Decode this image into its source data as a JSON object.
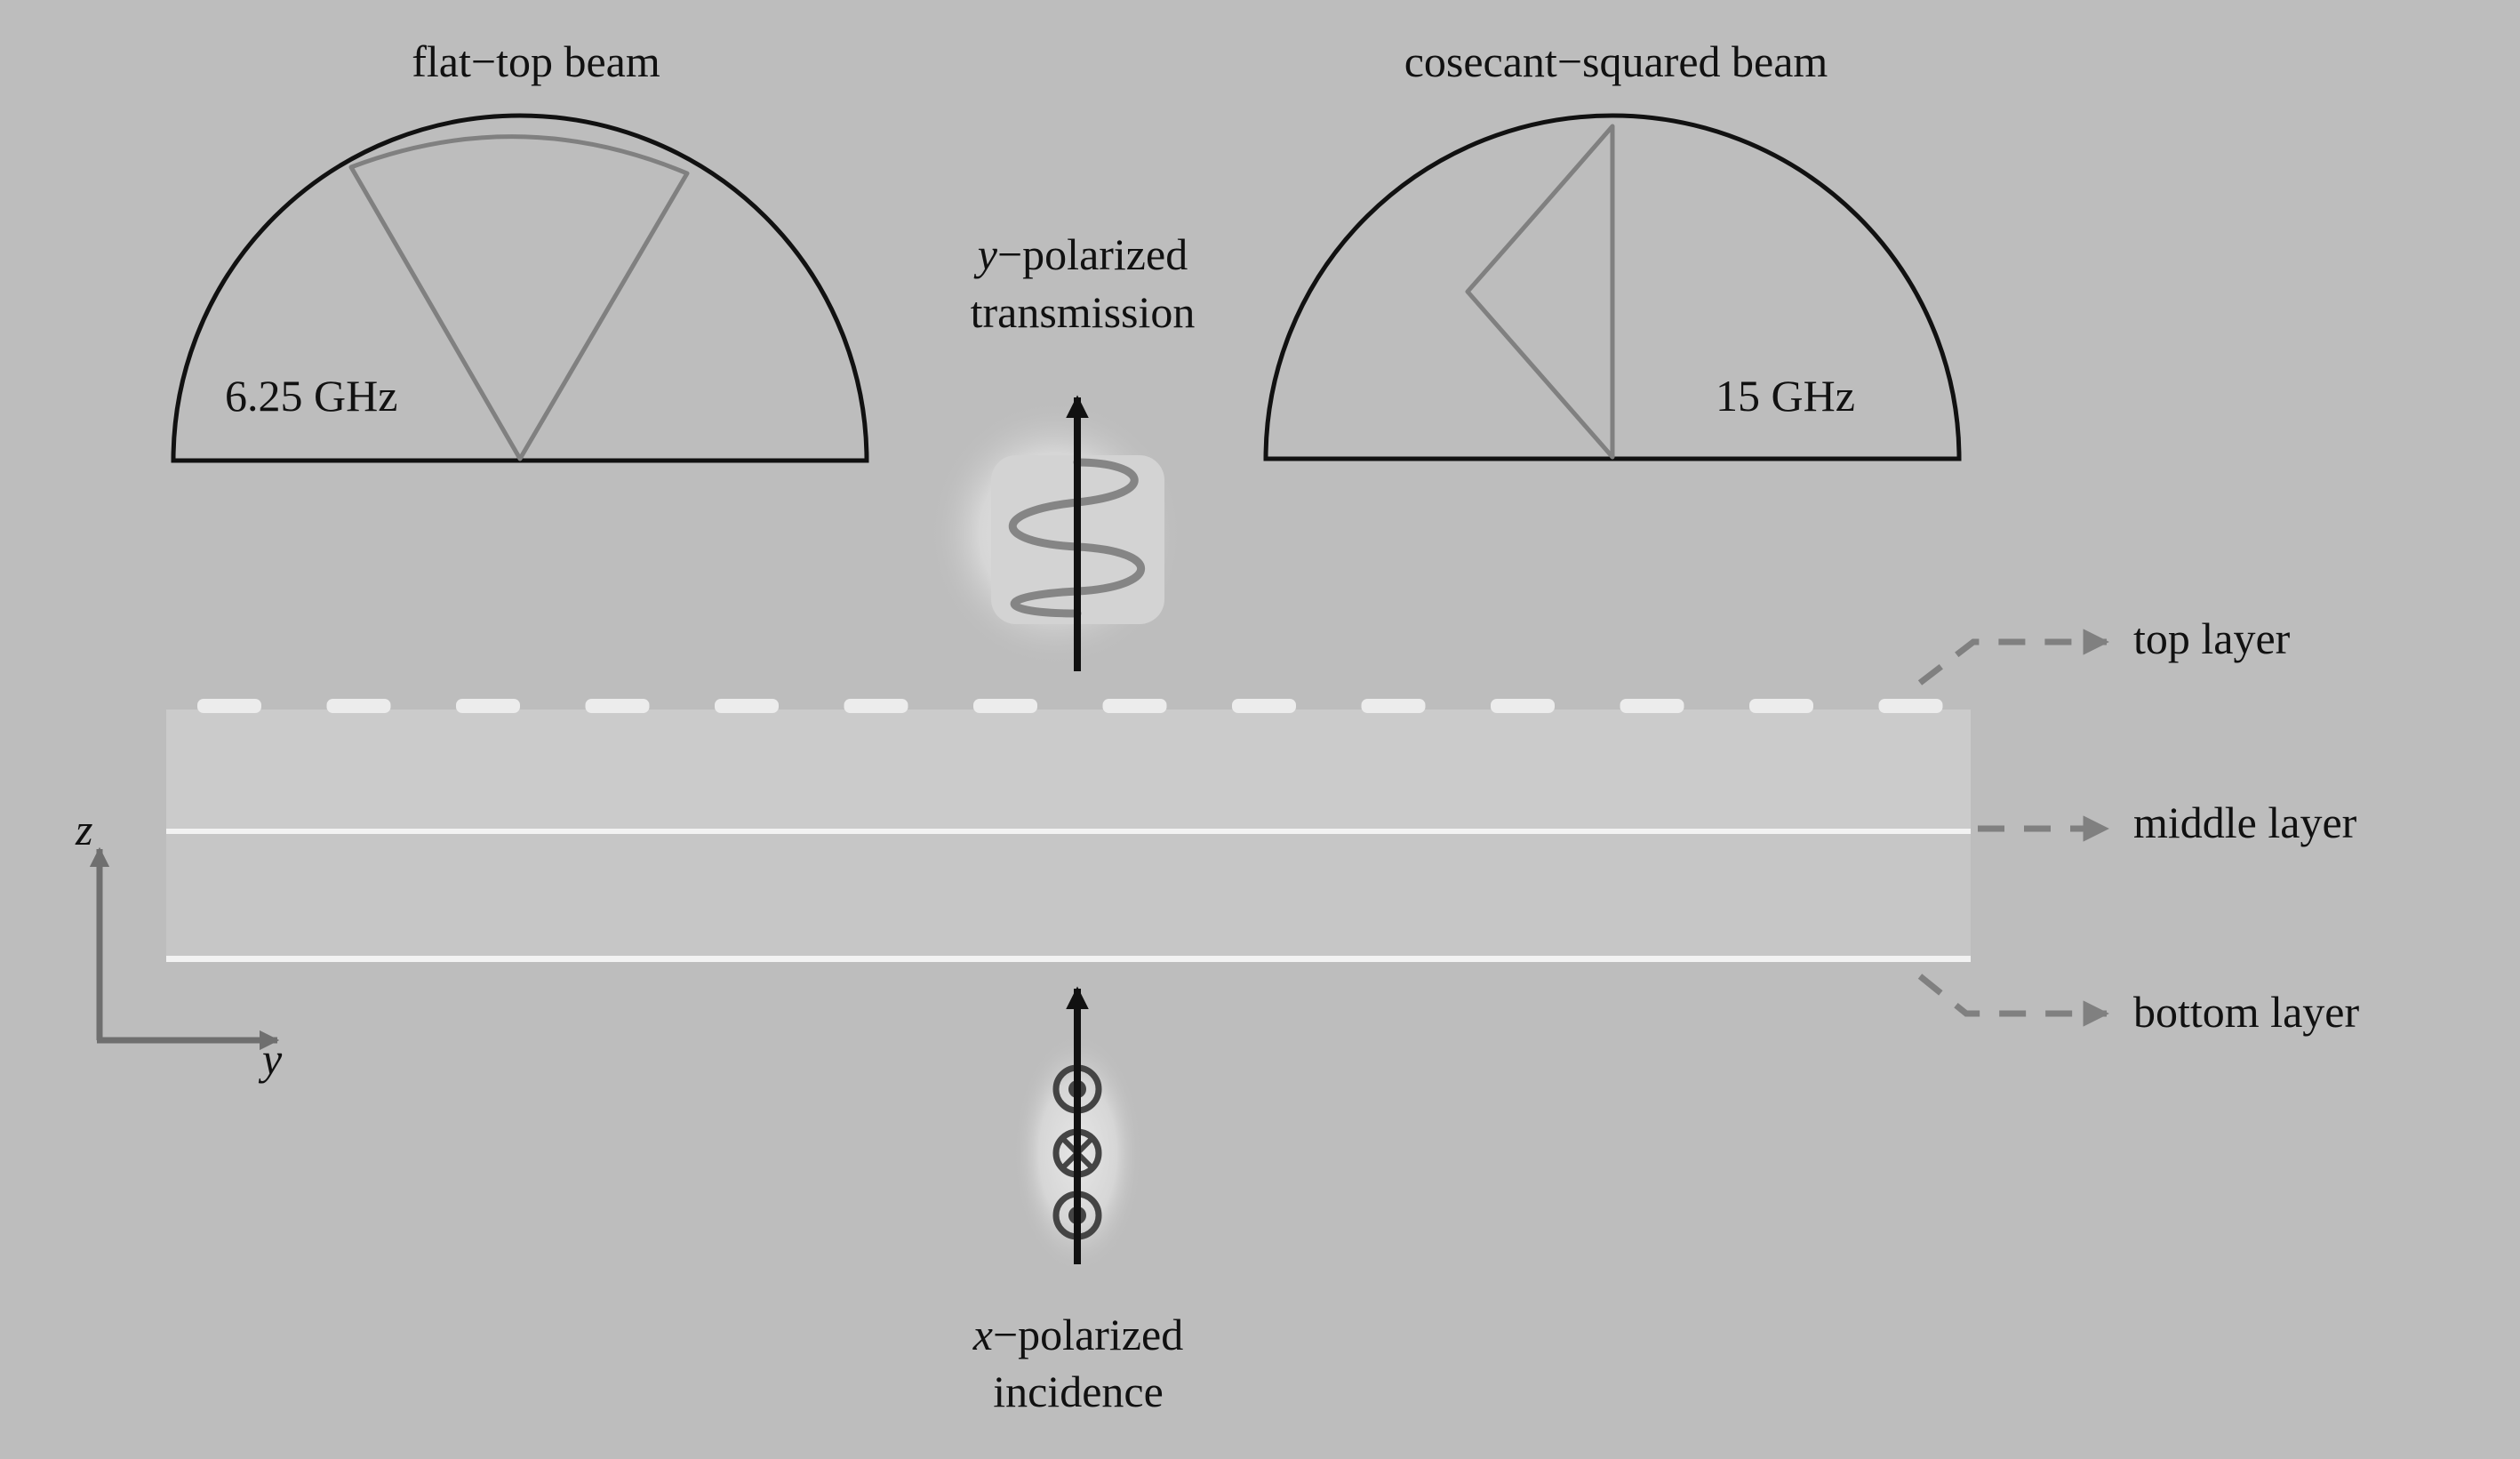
{
  "beams": {
    "flat_top": {
      "title": "flat−top beam",
      "frequency": "6.25 GHz"
    },
    "cosecant": {
      "title": "cosecant−squared beam",
      "frequency": "15 GHz"
    }
  },
  "transmission": {
    "axis": "y",
    "line1_rest": "−polarized",
    "line2": "transmission"
  },
  "incidence": {
    "axis": "x",
    "line1_rest": "−polarized",
    "line2": "incidence"
  },
  "layers": {
    "top": "top layer",
    "middle": "middle layer",
    "bottom": "bottom layer"
  },
  "axes": {
    "vertical": "z",
    "horizontal": "y"
  },
  "colors": {
    "background": "#bdbdbd",
    "slab": "#cbcbcb",
    "beam_pattern": "#808080",
    "arrow": "#111111",
    "callout": "#808080"
  }
}
